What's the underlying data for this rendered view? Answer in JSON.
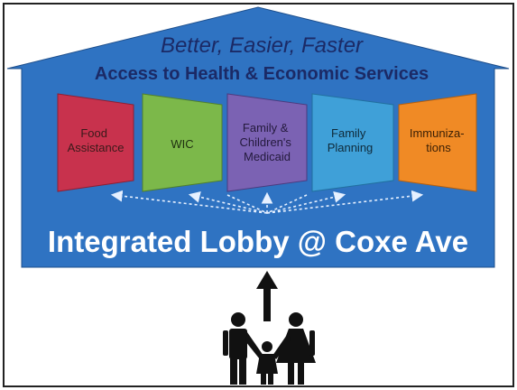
{
  "tagline": "Better, Easier, Faster",
  "subtitle": "Access to Health & Economic Services",
  "lobby_label": "Integrated Lobby @ Coxe Ave",
  "services": [
    {
      "lines": [
        "Food",
        "Assistance"
      ],
      "color": "#c8324d",
      "text_color": "#3a1a1a"
    },
    {
      "lines": [
        "WIC"
      ],
      "color": "#7cb84a",
      "text_color": "#1f2f10"
    },
    {
      "lines": [
        "Family &",
        "Children's",
        "Medicaid"
      ],
      "color": "#7b62b3",
      "text_color": "#241a3d"
    },
    {
      "lines": [
        "Family",
        "Planning"
      ],
      "color": "#3fa0d8",
      "text_color": "#0f2a3a"
    },
    {
      "lines": [
        "Immuniza-",
        "tions"
      ],
      "color": "#f08a25",
      "text_color": "#3a1f05"
    }
  ],
  "colors": {
    "house_blue": "#2f73c2",
    "roof_blue": "#2c6cba",
    "tagline_navy": "#1b2a66",
    "lobby_text": "#ffffff",
    "arrow_dash": "#e6f0ff",
    "family": "#111111"
  },
  "icons": [
    "up-arrow-icon",
    "family-icon"
  ]
}
